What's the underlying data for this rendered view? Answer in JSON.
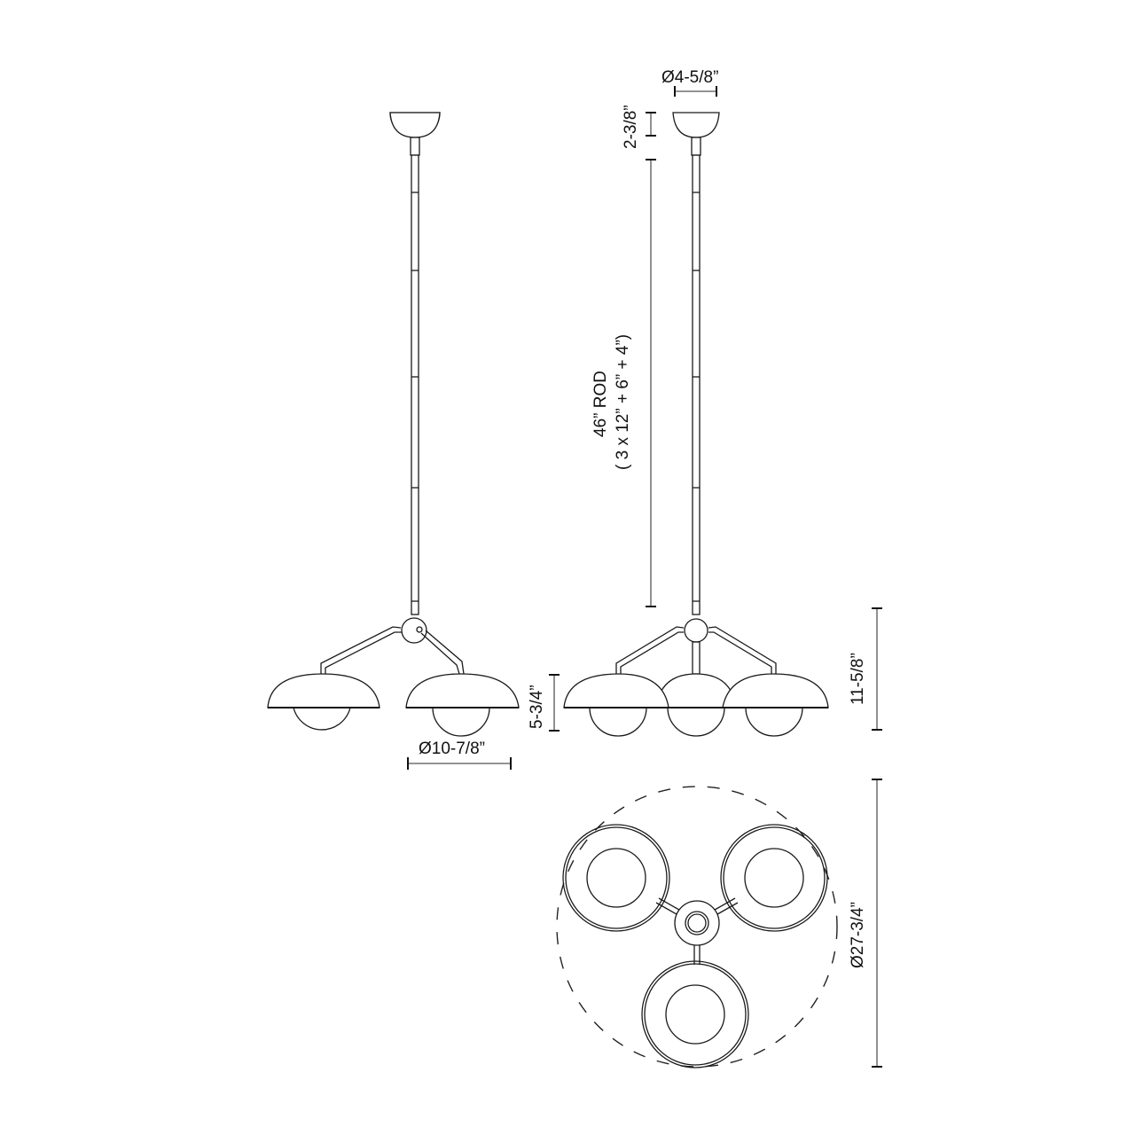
{
  "diagram": {
    "title": "Three-light pendant dimension drawing",
    "views": [
      "side-view-two-shades",
      "front-view-three-shades",
      "top-view"
    ],
    "dimensions": {
      "canopy_diameter": "Ø4-5/8”",
      "canopy_height": "2-3/8”",
      "rod_length": "46” ROD",
      "rod_breakdown": "( 3 x 12” + 6” + 4”)",
      "shade_diameter": "Ø10-7/8”",
      "shade_height": "5-3/4”",
      "fixture_height": "11-5/8”",
      "overall_diameter": "Ø27-3/4”"
    },
    "colors": {
      "line": "#1a1a1a",
      "dimension_line": "#555555",
      "background": "#ffffff"
    }
  }
}
